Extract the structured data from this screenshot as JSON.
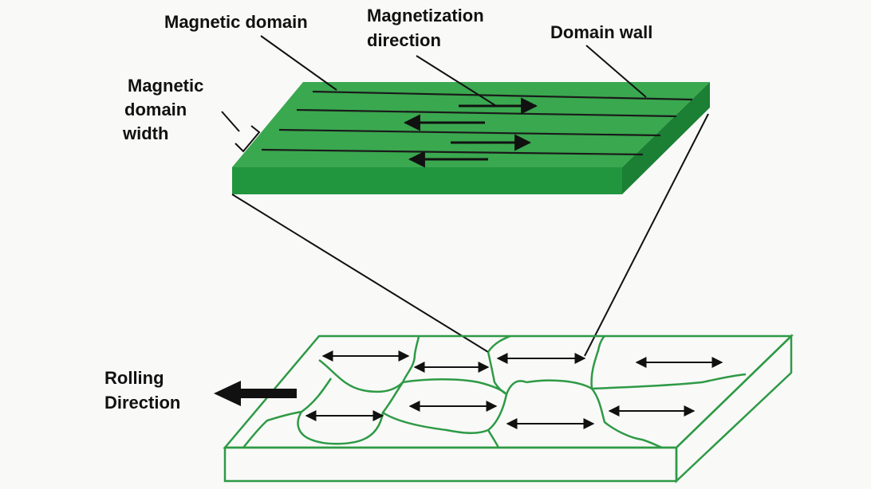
{
  "labels": {
    "magnetic_domain": "Magnetic domain",
    "magnetization_direction_line1": "Magnetization",
    "magnetization_direction_line2": "direction",
    "domain_wall": "Domain wall",
    "domain_width_line1": "Magnetic",
    "domain_width_line2": "domain",
    "domain_width_line3": "width",
    "rolling_direction_line1": "Rolling",
    "rolling_direction_line2": "Direction"
  },
  "colors": {
    "strip_top": "#3aa84f",
    "strip_front": "#21963f",
    "strip_side": "#1b7f34",
    "grain_line": "#2e9a45",
    "ink": "#111111",
    "background": "#f9f9f8"
  }
}
